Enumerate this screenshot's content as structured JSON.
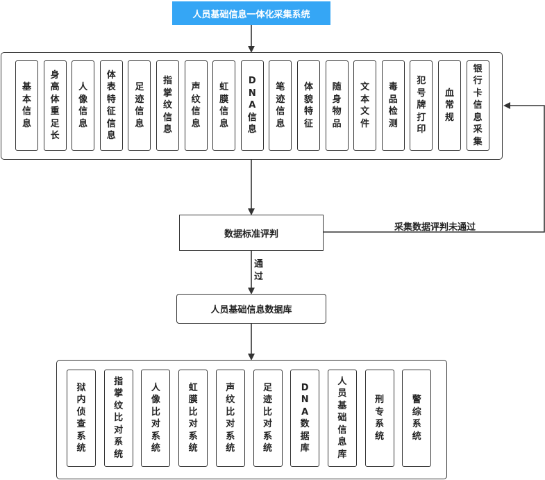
{
  "title": "人员基础信息一体化采集系统",
  "collection_items": [
    "基本信息",
    "身高体重足长",
    "人像信息",
    "体表特征信息",
    "足迹信息",
    "指掌纹信息",
    "声纹信息",
    "虹膜信息",
    "DNA信息",
    "笔迹信息",
    "体貌特征",
    "随身物品",
    "文本文件",
    "毒品检测",
    "犯号牌打印",
    "血常规",
    "银行卡信息采集"
  ],
  "evaluation": "数据标准评判",
  "fail_label": "采集数据评判未通过",
  "pass_label": "通过",
  "database": "人员基础信息数据库",
  "target_systems": [
    "狱内侦查系统",
    "指掌纹比对系统",
    "人像比对系统",
    "虹膜比对系统",
    "声纹比对系统",
    "足迹比对系统",
    "DNA数据库",
    "人员基础信息库",
    "刑专系统",
    "警综系统"
  ],
  "colors": {
    "title_bg": "#35a6f5",
    "line": "#333333"
  }
}
